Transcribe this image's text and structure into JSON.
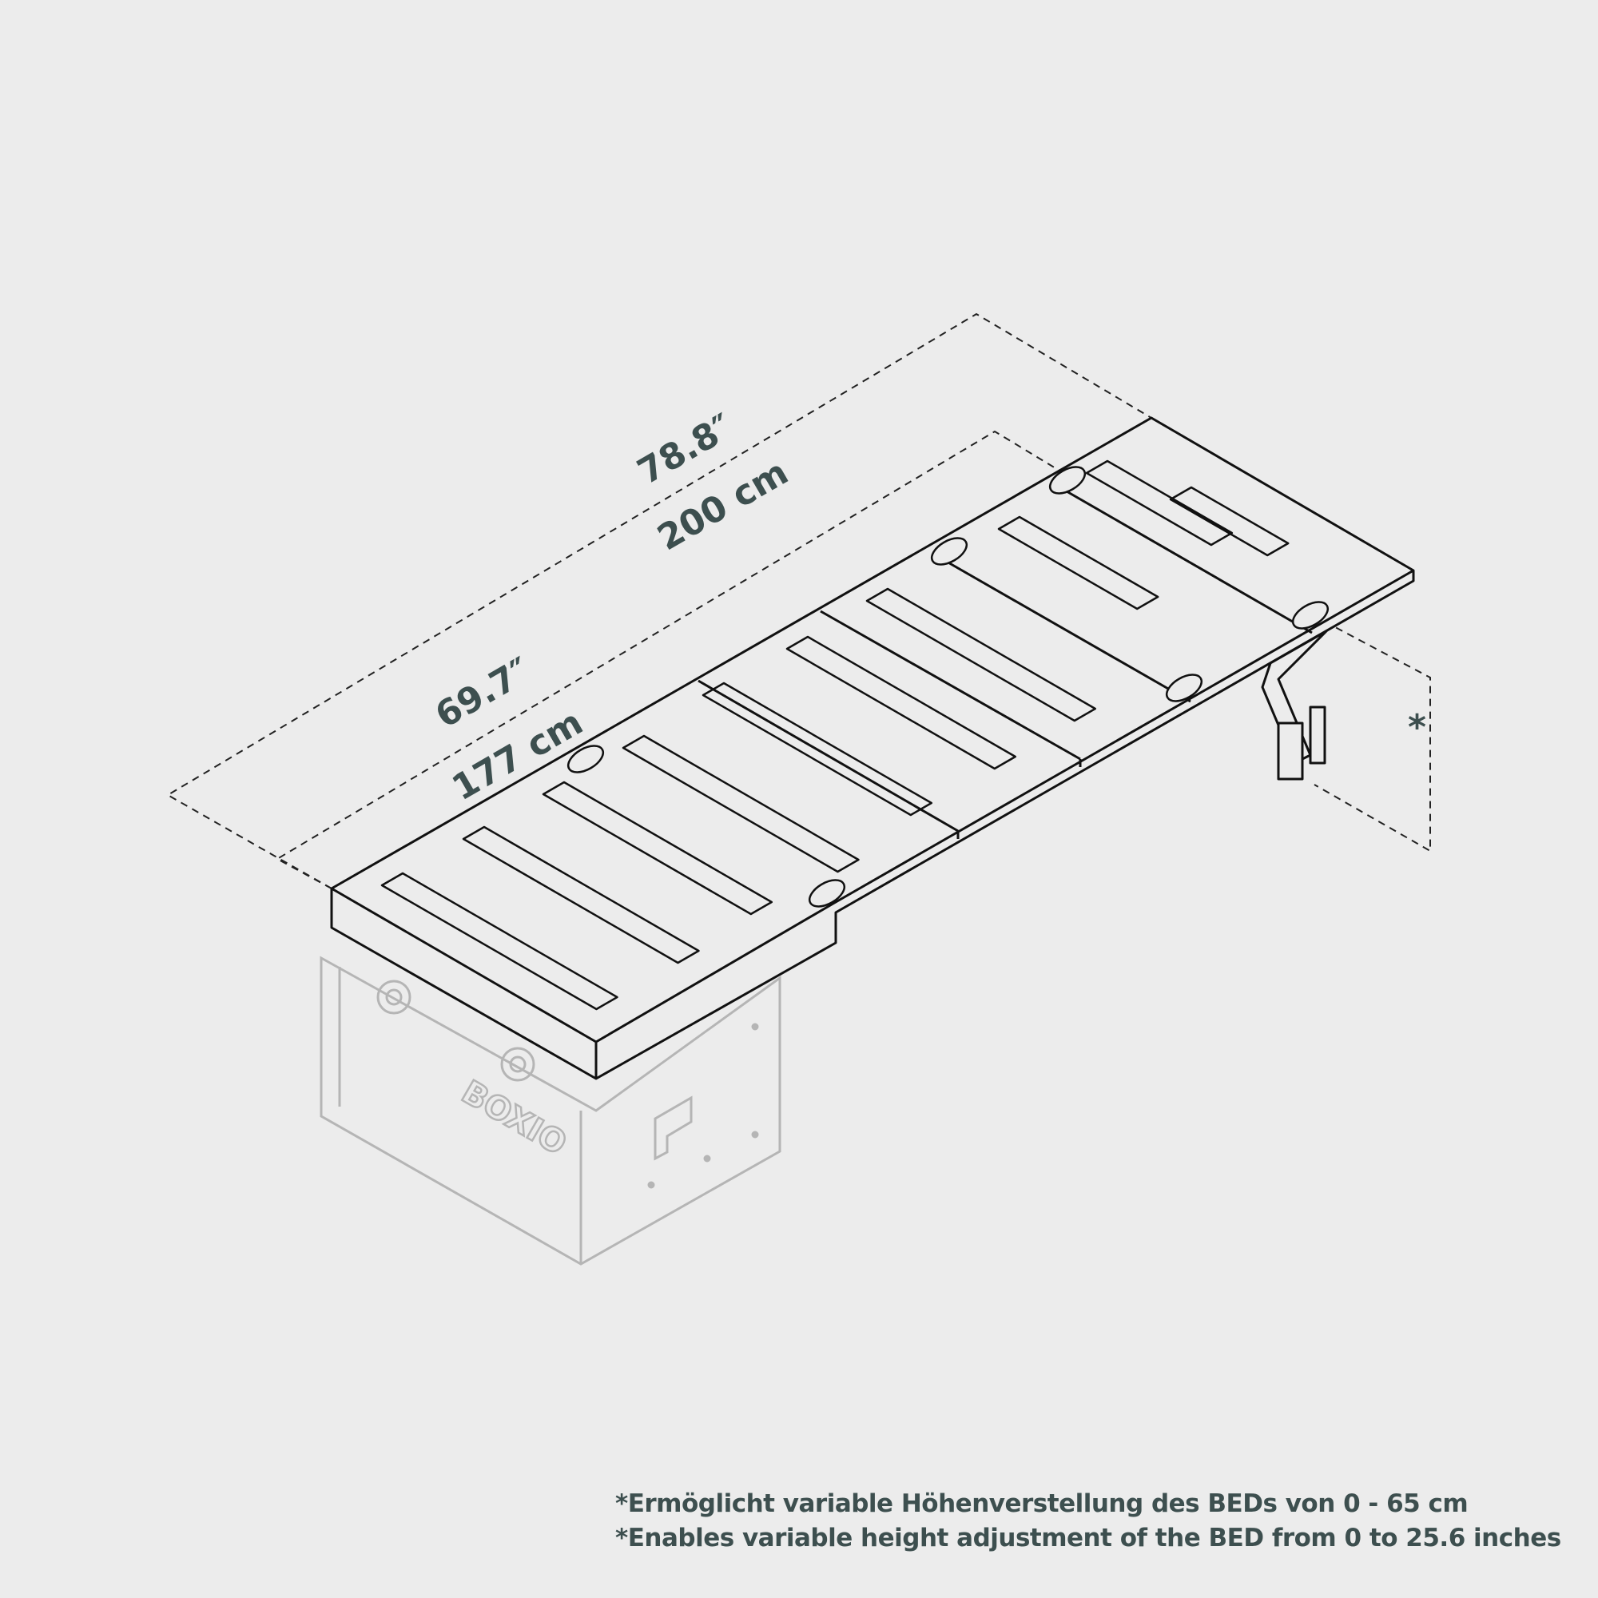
{
  "diagram": {
    "dimensions": {
      "total_length_in": "78.8″",
      "total_length_cm": "200 cm",
      "inner_length_in": "69.7″",
      "inner_length_cm": "177 cm",
      "height_marker": "*"
    },
    "brand_mark": "BOXIO",
    "colors": {
      "background": "#ececec",
      "text": "#3d4f4f",
      "line": "#111111",
      "ghost_box": "#b5b5b5"
    }
  },
  "footnotes": [
    "*Ermöglicht variable Höhenverstellung des BEDs von 0 - 65 cm",
    "*Enables variable height adjustment of the BED from 0 to 25.6 inches"
  ]
}
